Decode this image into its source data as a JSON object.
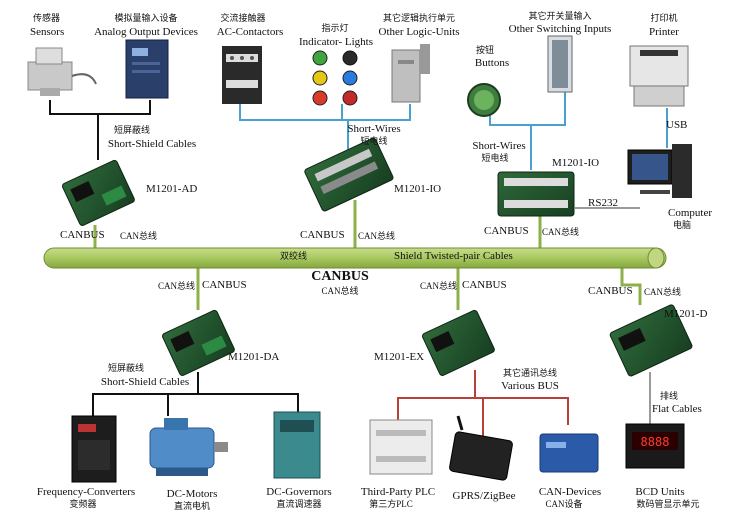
{
  "bus": {
    "title": "CANBUS",
    "title_zh": "CAN总线",
    "cable_zh": "双绞线",
    "cable_en": "Shield Twisted-pair  Cables"
  },
  "devices_top": {
    "sensors": {
      "zh": "传感器",
      "en": "Sensors"
    },
    "analog": {
      "zh": "模拟量输入设备",
      "en": "Analog Output Devices"
    },
    "contactors": {
      "zh": "交流接触器",
      "en": "AC-Contactors"
    },
    "lights": {
      "zh": "指示灯",
      "en": "Indicator- Lights"
    },
    "logic": {
      "zh": "其它逻辑执行单元",
      "en": "Other Logic-Units"
    },
    "buttons": {
      "zh": "按钮",
      "en": "Buttons"
    },
    "switching": {
      "zh": "其它开关量输入",
      "en": "Other Switching Inputs"
    },
    "printer": {
      "zh": "打印机",
      "en": "Printer"
    },
    "computer": {
      "en": "Computer",
      "zh": "电脑"
    }
  },
  "devices_bottom": {
    "freq": {
      "en": "Frequency-Converters",
      "zh": "变频器"
    },
    "motors": {
      "en": "DC-Motors",
      "zh": "直流电机"
    },
    "governors": {
      "en": "DC-Governors",
      "zh": "直流调速器"
    },
    "plc": {
      "en": "Third-Party PLC",
      "zh": "第三方PLC"
    },
    "gprs": {
      "en": "GPRS/ZigBee"
    },
    "can_devices": {
      "en": "CAN-Devices",
      "zh": "CAN设备"
    },
    "bcd": {
      "en": "BCD Units",
      "zh": "数码管显示单元"
    }
  },
  "modules": {
    "ad": "M1201-AD",
    "io1": "M1201-IO",
    "io2": "M1201-IO",
    "da": "M1201-DA",
    "ex": "M1201-EX",
    "d": "M1201-D"
  },
  "cables": {
    "short_shield_zh": "短屏蔽线",
    "short_shield_en": "Short-Shield Cables",
    "short_wires_en": "Short-Wires",
    "short_wires_zh": "短电线",
    "usb": "USB",
    "rs232": "RS232",
    "various_bus_zh": "其它通讯总线",
    "various_bus_en": "Various BUS",
    "flat_zh": "排线",
    "flat_en": "Flat Cables"
  },
  "canbus_label": {
    "en": "CANBUS",
    "zh": "CAN总线"
  }
}
